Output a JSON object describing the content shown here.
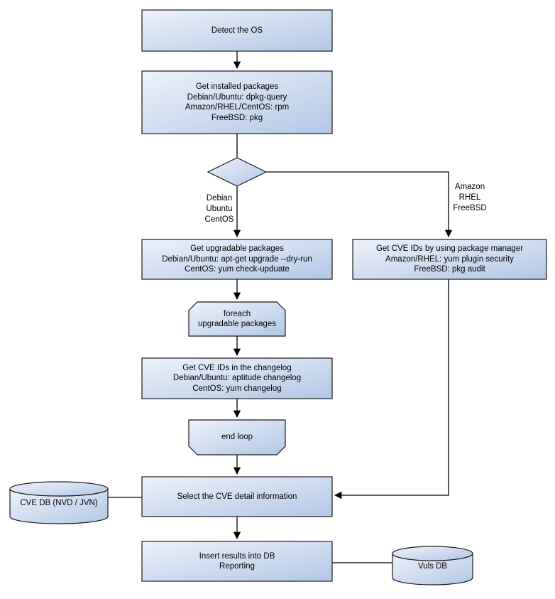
{
  "diagram_type": "flowchart",
  "nodes": {
    "detect_os": "Detect the OS",
    "get_installed_packages": "Get installed packages\nDebian/Ubuntu: dpkg-query\nAmazon/RHEL/CentOS: rpm\nFreeBSD: pkg",
    "get_upgradable_packages": "Get upgradable packages\nDebian/Ubuntu: apt-get upgrade --dry-run\nCentOS: yum check-upduate",
    "get_cve_ids_package_manager": "Get CVE IDs by using package manager\nAmazon/RHEL: yum plugin security\nFreeBSD: pkg audit",
    "foreach_loop_start": "foreach\nupgradable packages",
    "get_cve_ids_changelog": "Get CVE IDs in the changelog\nDebian/Ubuntu: aptitude changelog\nCentOS: yum changelog",
    "end_loop": "end loop",
    "select_cve_detail": "Select the CVE detail information",
    "insert_results": "Insert results into DB\nReporting",
    "cve_db": "CVE DB (NVD / JVN)",
    "vuls_db": "Vuls DB"
  },
  "edge_labels": {
    "left_branch": "Debian\nUbuntu\nCentOS",
    "right_branch": "Amazon\nRHEL\nFreeBSD"
  },
  "colors": {
    "node_gradient_start": "#eef2fb",
    "node_gradient_end": "#b2c7e6",
    "node_border": "#1a1a1a",
    "connector": "#000000",
    "background": "#ffffff",
    "text": "#000000"
  }
}
